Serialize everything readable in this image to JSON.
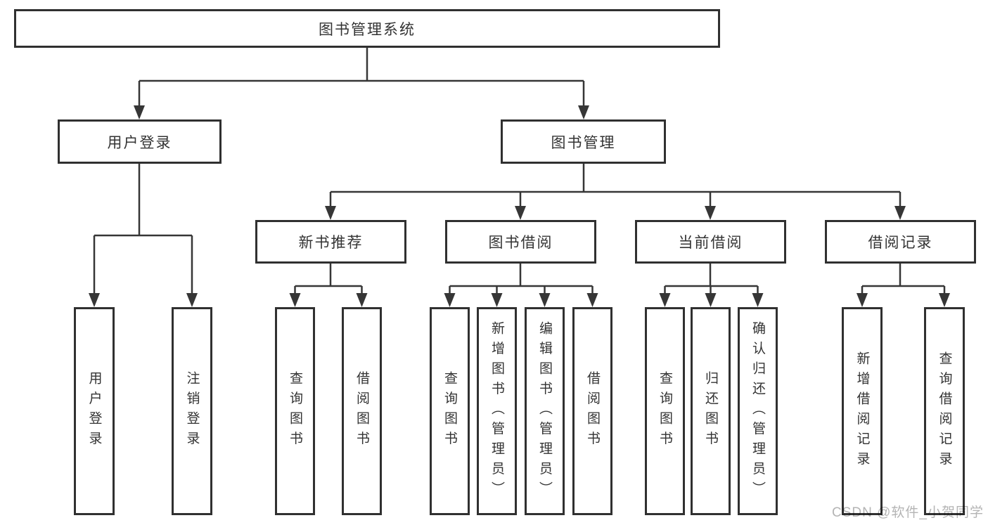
{
  "diagram": {
    "watermark": "CSDN @软件_小贺同学",
    "colors": {
      "line": "#363636",
      "box_border": "#303030",
      "box_fill": "#ffffff",
      "text": "#333333",
      "watermark": "#b4b4b4"
    },
    "tree": {
      "root": {
        "label": "图书管理系统",
        "children": [
          {
            "label": "用户登录",
            "children": [
              {
                "label": "用户登录"
              },
              {
                "label": "注销登录"
              }
            ]
          },
          {
            "label": "图书管理",
            "children": [
              {
                "label": "新书推荐",
                "children": [
                  {
                    "label": "查询图书"
                  },
                  {
                    "label": "借阅图书"
                  }
                ]
              },
              {
                "label": "图书借阅",
                "children": [
                  {
                    "label": "查询图书"
                  },
                  {
                    "label": "新增图书（管理员）"
                  },
                  {
                    "label": "编辑图书（管理员）"
                  },
                  {
                    "label": "借阅图书"
                  }
                ]
              },
              {
                "label": "当前借阅",
                "children": [
                  {
                    "label": "查询图书"
                  },
                  {
                    "label": "归还图书"
                  },
                  {
                    "label": "确认归还（管理员）"
                  }
                ]
              },
              {
                "label": "借阅记录",
                "children": [
                  {
                    "label": "新增借阅记录"
                  },
                  {
                    "label": "查询借阅记录"
                  }
                ]
              }
            ]
          }
        ]
      }
    }
  }
}
